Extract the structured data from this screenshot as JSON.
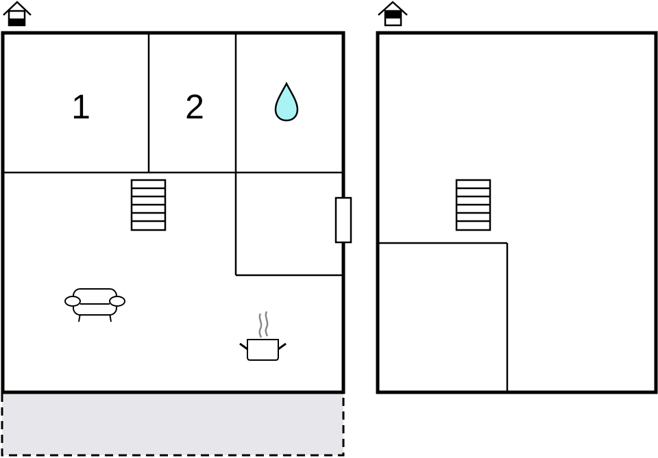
{
  "floorplan": {
    "floors": [
      {
        "name": "ground-floor",
        "icon": "house-ground-floor-icon",
        "rooms": [
          {
            "id": "bedroom-1",
            "label": "1",
            "type": "bedroom"
          },
          {
            "id": "bedroom-2",
            "label": "2",
            "type": "bedroom"
          },
          {
            "id": "bathroom",
            "label": "",
            "type": "bathroom",
            "icon": "water-drop-icon"
          },
          {
            "id": "hall",
            "label": "",
            "type": "hall"
          },
          {
            "id": "living-room",
            "label": "",
            "type": "living",
            "icon": "sofa-icon"
          },
          {
            "id": "kitchen",
            "label": "",
            "type": "kitchen",
            "icon": "cooking-pot-icon"
          }
        ],
        "features": [
          "stairs-icon",
          "door-icon",
          "terrace-area"
        ]
      },
      {
        "name": "upper-floor",
        "icon": "house-upper-floor-icon",
        "rooms": [
          {
            "id": "attic-room",
            "label": "",
            "type": "room"
          },
          {
            "id": "attic-small-room",
            "label": "",
            "type": "room"
          }
        ],
        "features": [
          "stairs-icon"
        ]
      }
    ],
    "labels": {
      "room1": "1",
      "room2": "2"
    },
    "colors": {
      "wall": "#000000",
      "water": "#aaf3f5",
      "terrace": "#e7e6ea",
      "steam": "#888888"
    }
  }
}
